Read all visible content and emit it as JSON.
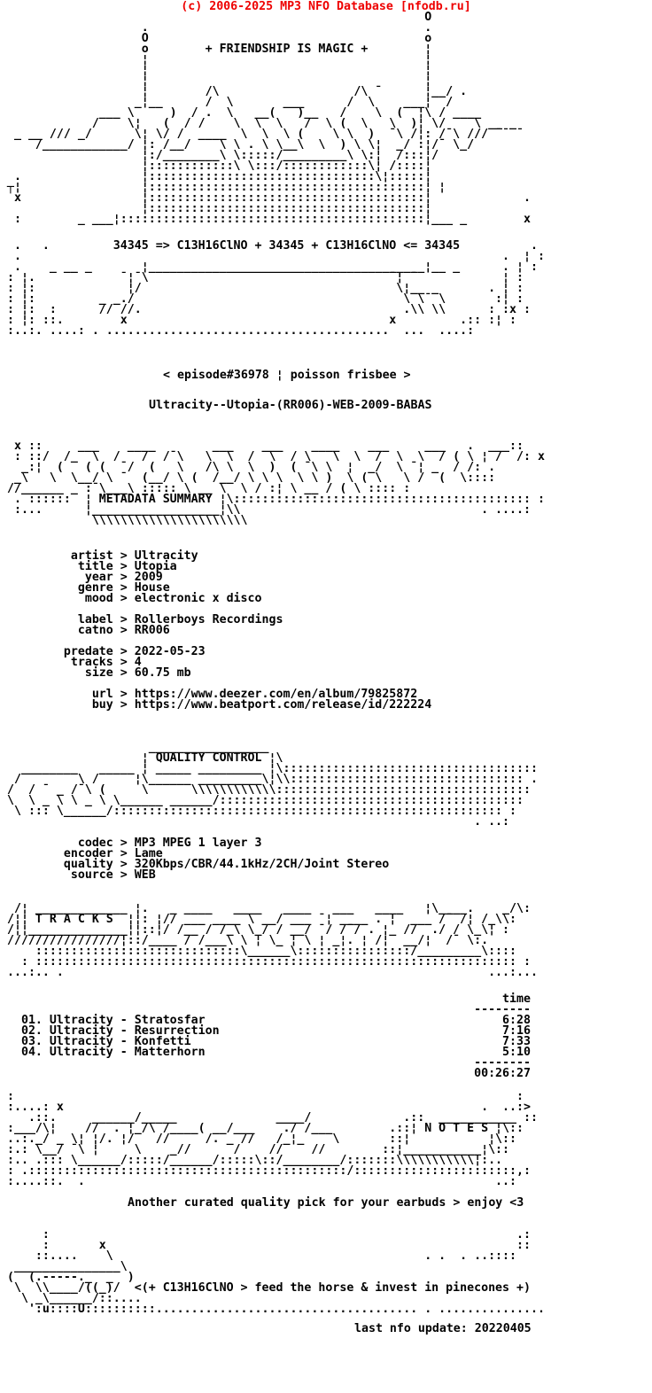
{
  "colors": {
    "background": "#ffffff",
    "ink": "#000000",
    "credit_red": "#ee0000"
  },
  "header": {
    "site_credit": "(c) 2006-2025 MP3 NFO Database [nfodb.ru]",
    "tagline": "+ FRIENDSHIP IS MAGIC +",
    "chemistry_line": "34345 => C13H16ClNO + 34345 + C13H16ClNO <= 34345"
  },
  "release": {
    "episode_line": "< episode#36978 ¦ poisson frisbee >",
    "release_name": "Ultracity--Utopia-(RR006)-WEB-2009-BABAS"
  },
  "metadata": {
    "section_title": "METADATA SUMMARY",
    "groups": [
      [
        {
          "k": "artist",
          "v": "Ultracity"
        },
        {
          "k": "title",
          "v": "Utopia"
        },
        {
          "k": "year",
          "v": "2009"
        },
        {
          "k": "genre",
          "v": "House"
        },
        {
          "k": "mood",
          "v": "electronic x disco"
        }
      ],
      [
        {
          "k": "label",
          "v": "Rollerboys Recordings"
        },
        {
          "k": "catno",
          "v": "RR006"
        }
      ],
      [
        {
          "k": "predate",
          "v": "2022-05-23"
        },
        {
          "k": "tracks",
          "v": "4"
        },
        {
          "k": "size",
          "v": "60.75 mb"
        }
      ],
      [
        {
          "k": "url",
          "v": "https://www.deezer.com/en/album/79825872"
        },
        {
          "k": "buy",
          "v": "https://www.beatport.com/release/id/222224"
        }
      ]
    ]
  },
  "quality": {
    "section_title": "QUALITY CONTROL",
    "groups": [
      [
        {
          "k": "codec",
          "v": "MP3 MPEG 1 layer 3"
        },
        {
          "k": "encoder",
          "v": "Lame"
        },
        {
          "k": "quality",
          "v": "320Kbps/CBR/44.1kHz/2CH/Joint Stereo"
        },
        {
          "k": "source",
          "v": "WEB"
        }
      ]
    ]
  },
  "tracks": {
    "section_title": "T R A C K S",
    "time_header": "time",
    "list": [
      {
        "no": "01",
        "artist": "Ultracity",
        "title": "Stratosfar",
        "time": "6:28"
      },
      {
        "no": "02",
        "artist": "Ultracity",
        "title": "Resurrection",
        "time": "7:16"
      },
      {
        "no": "03",
        "artist": "Ultracity",
        "title": "Konfetti",
        "time": "7:33"
      },
      {
        "no": "04",
        "artist": "Ultracity",
        "title": "Matterhorn",
        "time": "5:10"
      }
    ],
    "total": "00:26:27"
  },
  "notes": {
    "section_title": "N O T E S",
    "text": "Another curated quality pick for your earbuds > enjoy <3"
  },
  "footer": {
    "slogan": "<(+ C13H16ClNO > feed the horse & invest in pinecones +)",
    "last_update_line": "last nfo update: 20220405",
    "last_update_date": "20220405"
  },
  "ascii": {
    "header_art": [
      "                                                            O",
      "                    .                                       .",
      "                    O                                       o",
      "                    o        + FRIENDSHIP IS MAGIC +        ¦",
      "                    ¦                                       ¦",
      "                    ¦                                       ¦",
      "                    ¦                                       ¦",
      "                    ¦        /\\                   /\\ ¯      ¦__/ .",
      "                   _¦__      /  \\       ___      /  \\    ___¦  /",
      "              ___ \\     )  / .  \\   __(   )__   /    \\  (  ¦\\ / ____",
      "             /    \\¦   (  / /    \\  \\  \\   /  \\ (  \\   \\  )¦ \\/    \\ __ _",
      "  _ __ /// _/      \\¦ \\/ /  ____  \\  \\  \\ (    \\ \\  )  ¯\\ /¦: /¯\\ /// ¯¯ ¯",
      "     /____________/ ¦: /__/    \\ \\ . \\ \\__\\  \\  ) \\ \\¦  _/ :¦/¯ \\_/",
      "                    ¦:/________\\ \\:::::/_________\\ \\:¦  /:::¦/",
      "                    ¦::::::::::::\\ \\:::/::::::::::::\\¦ /::::¦",
      "  .                 ¦::::::::::::::::::::::::::::::::\\¦:::::¦",
      " ┬¦                 ¦:::::::::::::::::::::::::::::::::::::::¦ ¦",
      "  x                 ¦:::::::::::::::::::::::::::::::::::::::¦             .",
      "                    ¦:::::::::::::::::::::::::::::::::::::::¦",
      "  :        _ ___¦:::::::::::::::::::::::::::::::::::::::::::¦___ _        x"
    ],
    "bridge_art": [
      "  .   .         34345 => C13H16ClNO + 34345 + C13H16ClNO <= 34345          .",
      "  .                                                                    .  ¦ :",
      "  .    _ __ _       ¦_______________________________________¦__ _      . ¦ :",
      " : ¦.            ¯¦¯\\                                  ¯¦ ¯            ¦ :",
      " : ¦:             ¦/                                    \\¦__ _       . ¦ :",
      " : ¦:         _ _./                                      \\ \\¯ \\       :¦ :",
      " : ¦:  :      // //.                                     .\\\\ \\\\      : :x :",
      " : ¦: ::.        x                                     x         .:: :¦ :",
      " :..:. ....: . ........................................  ...  ....:",
      ""
    ],
    "metadata_banner": [
      "  x ::     ___    ____        ___    ___    ____    ___     ___   .  ___::",
      "  : ::/  /_  \\  /   /  /¯\\   \\  \\  /  \\  / \\   \\  \\  /  \\  \\  / ( \\ ¦ /  /: x",
      "   _:¦  (   ( (  ¯/  (   \\   /\\ \\  \\  )  ( ¯\\ \\  ¦  _/  \\ ¯¦ _  / /: .",
      "  _\\   \\  \\__/ \\ ¯  (__/ \\ (  /__/ \\ \\ \\  \\ \\ )  \\ ( \\   \\ /  (  \\::::",
      " //______ _ :¯\\___\\ ::::: \\ __ \\  \\ / :¦ \\ __ / ( \\ :::: :",
      "  . ::::::  ¦ METADATA SUMMARY ¦\\:::::::::::::::::::::::::::::::::::::::::: :",
      "  :...      ¦__________________¦\\\\                                  . ....:",
      "             \\\\\\\\\\\\\\\\\\\\\\\\\\\\\\\\\\\\\\\\\\\\"
    ],
    "quality_banner": [
      "                     _________________",
      "                    ¦ QUALITY CONTROL ¦\\",
      "   ________   _____ ¦ _____ _________ ¦\\::::::::::::::::::::::::::::::::::::",
      "  /        \\ /     ¦\\______ _________\\¦\\\\::::::::::::::::::::::::::::::::: .",
      " /  / ¯ _ /¯\\ (     \\      \\\\\\\\\\\\\\\\\\\\\\\\::::::::::::::::::::::::::::::::::::",
      " \\  \\ _ \\ \\ _ \\ \\______ ______/:::::::::::::::::::::::::::::::::::::::::::",
      "  \\ ::: \\______/::::::::::::::::::::::::::::::::::::::::::::::::::::::: :",
      "                                                                   . ..:"
    ],
    "tracks_banner": [
      "  /¦ _____________ ¦.   _ ____   ____   ____   ___   ____   ¦\\____.    _/\\:",
      " /¦¦ T R A C K S  ¦¦: ¦// ___ ____ \\ __/ ___ ¯¦ ____ . ¦  ___ /¯ /¦ /_\\\\:",
      " /¦¦______________¦¦::¦/ /__ / /_\\ \\_/ / __/ ¯/ /¯/ . ¦_ //  ./ / \\_\\¦ :",
      " ////////////////¦::/____ / /___\\ \\ ¦ \\_ ¦ \\ ¦ _¦. ¦ /¦  __/¦  /¯ \\:.",
      "     :::::::::::::::::::::::::::::\\______\\::::::::::::::::/_________\\::::",
      "   : :::::::::::::::::::::::::::::::::::::::::::::::::::::::::::::::::::: :",
      " ...:.. .                                                            ...:..."
    ],
    "notes_banner": [
      " :                                                                       :",
      " :....: x                                                           .  ..:>",
      "    .::.     ______/_____              ____/             .::  ___________ ::",
      " :___/\\¦    //  . ¦_/\\ /____( __/___    ./ /___        .::¦ N O T E S ¦\\::",
      " ..:._/ _ \\¦ ¦/. ¦/   //     /. _ //   /_¦_    \\       ::¦           ¦\\::",
      " :.: \\__/ ¯\\ ¦     \\    _//      /    //    //        ::¦___________¦\\::",
      " :.. .::: \\______/:::::/______/:::::\\::/________/:::::::\\\\\\\\\\\\\\\\\\\\\\¦:..",
      " : .:::::::::::::::::::::::::::::::::::::::::::::/:::::::::::::::::::::::,:",
      " :....::.  .                                                          ..:"
    ],
    "footer_art": [
      "      :                                                                  .:",
      "      :       x                                                          ::",
      "     ::....    \\                                            . .  . ..::::",
      "  _______________\\",
      " (  (.-----._  _  )",
      "  \\  \\\\____/((_)/  <(+ C13H16ClNO > feed the horse & invest in pinecones +)",
      "   \\ _\\______/::....",
      "    ':u::::U::::::::::..................................... . ..............."
    ]
  }
}
